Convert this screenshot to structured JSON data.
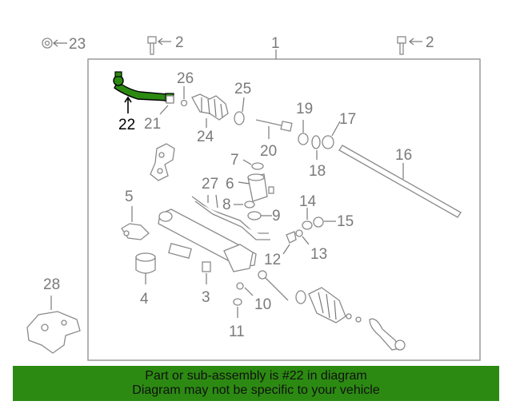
{
  "callouts": {
    "c1": "1",
    "c2a": "2",
    "c2b": "2",
    "c3": "3",
    "c4": "4",
    "c5": "5",
    "c6": "6",
    "c7": "7",
    "c8": "8",
    "c9": "9",
    "c10": "10",
    "c11": "11",
    "c12": "12",
    "c13": "13",
    "c14": "14",
    "c15": "15",
    "c16": "16",
    "c17": "17",
    "c18": "18",
    "c19": "19",
    "c20": "20",
    "c21": "21",
    "c22": "22",
    "c23": "23",
    "c24": "24",
    "c25": "25",
    "c26": "26",
    "c27": "27",
    "c28": "28"
  },
  "highlight": {
    "part_number": "22",
    "color": "#2c8a12"
  },
  "banner": {
    "line1": "Part or sub-assembly is #22 in diagram",
    "line2": "Diagram may not be specific to your vehicle",
    "background": "#2c8a12"
  }
}
